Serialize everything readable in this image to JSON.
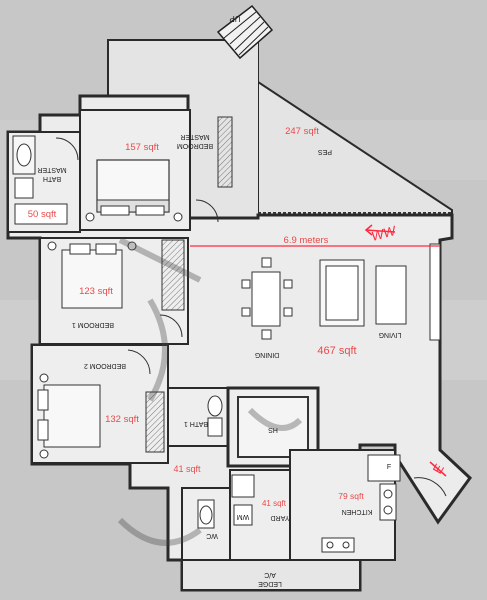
{
  "colors": {
    "wall": "#2a2a2a",
    "fill": "#eaeaea",
    "area_text": "#e84a4a",
    "annotation": "#ff2a40",
    "label_text": "#222222",
    "backdrop": "#c9c9c9"
  },
  "rooms": {
    "up": "UP",
    "pes": "PES",
    "master_bedroom_line1": "MASTER",
    "master_bedroom_line2": "BEDROOM",
    "master_bath_line1": "MASTER",
    "master_bath_line2": "BATH",
    "bedroom1": "BEDROOM 1",
    "bedroom2": "BEDROOM 2",
    "bath1": "BATH 1",
    "dining": "DINING",
    "living": "LIVING",
    "hs": "HS",
    "yard": "YARD",
    "kitchen": "KITCHEN",
    "wc": "WC",
    "wm": "WM",
    "ac_ledge_line1": "A/C",
    "ac_ledge_line2": "LEDGE",
    "fridge": "F"
  },
  "areas": {
    "pes": "247 sqft",
    "master_bedroom": "157 sqft",
    "master_bath": "50 sqft",
    "bedroom1": "123 sqft",
    "bedroom2": "132 sqft",
    "living_dining": "467 sqft",
    "bath1": "41 sqft",
    "yard": "41 sqft",
    "kitchen": "79 sqft"
  },
  "annotations": {
    "width_measure": "6.9 meters",
    "ww_mark": "WW",
    "e_mark": "E"
  }
}
